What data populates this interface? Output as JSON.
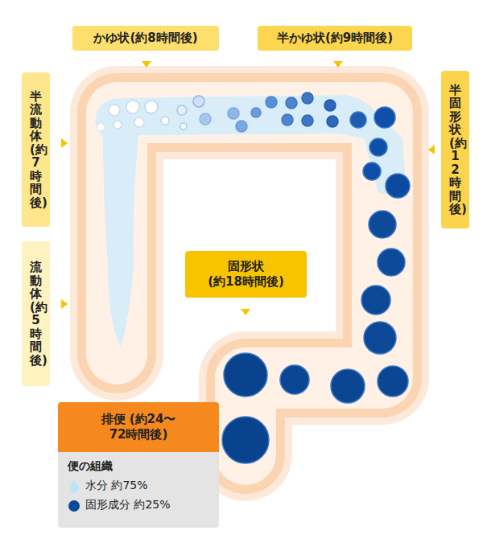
{
  "diagram": {
    "nodes": [
      {
        "text": [
          "かゆ状(約8時間後)"
        ]
      },
      {
        "text": [
          "半かゆ状(約9時間後)"
        ]
      },
      {
        "text": [
          "半流動体(約7時間後)"
        ]
      },
      {
        "text": [
          "半固形状(約12時間後)"
        ]
      },
      {
        "text": [
          "流動体(約5時間後)"
        ]
      },
      {
        "text": [
          "固形状 (約18時間後)"
        ]
      },
      {
        "text": [
          "排便 (約24〜72時間後)"
        ]
      },
      {
        "text": [
          "便の組織"
        ]
      }
    ],
    "legend": [
      {
        "text": "水分 約75%",
        "color": "#bfe3f7"
      },
      {
        "text": "固形成分 約25%",
        "color": "#0b4a96"
      }
    ]
  }
}
